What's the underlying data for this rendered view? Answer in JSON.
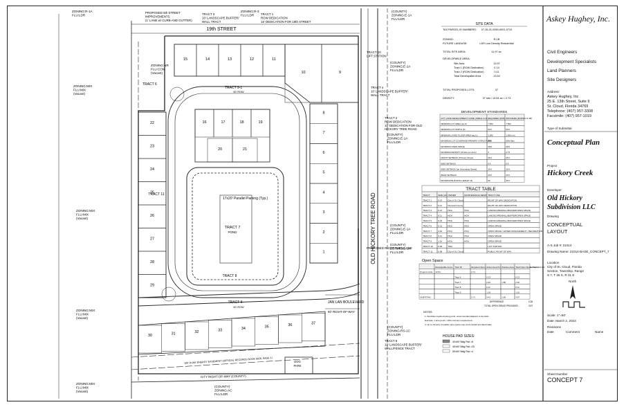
{
  "firm": {
    "name": "Askey Hughey, Inc.",
    "services": [
      "Civil Engineers",
      "Development Specialists",
      "Land Planners",
      "Site Designers"
    ],
    "address_label": "Address:",
    "address": [
      "Askey Hughey, Inc",
      "25 E. 13th Street, Suite 9",
      "St. Cloud, Florida 34769"
    ],
    "telephone": "Telephone: (407) 957-3308",
    "facsimile": "Facsimile: (407) 957-1019",
    "submittal_label": "Type of Submittal",
    "submittal": "Conceptual Plan",
    "project_label": "Project",
    "project": "Hickory Creek",
    "developer_label": "Developer",
    "developer": "Old Hickory Subdivision LLC",
    "drawing_label": "Drawing",
    "drawing": "CONCEPTUAL LAYOUT",
    "job": "A-S Job #:    21014",
    "drawing_name": "Drawing Name:    21014-BASE_CONCEPT_7",
    "location_label": "Location",
    "location": [
      "City of St. Cloud, Florida",
      "Section, Township, Range",
      "S 7, T 26 S, R 31 E"
    ],
    "north": "North",
    "scale": "Scale: 1\"=50'",
    "date": "Date: March 2, 2023",
    "revisions_label": "Revisions",
    "rev_headers": [
      "Date",
      "Comment",
      "Name"
    ],
    "sheet_label": "Sheet Number",
    "sheet": "CONCEPT 7"
  },
  "site_data": {
    "title": "SITE DATA",
    "rows": [
      [
        "TAX PARCEL ID NUMBERS:",
        "07-26-31-0050-0001-0710"
      ],
      [
        "ZONING:",
        "R-1B"
      ],
      [
        "FUTURE LANDUSE:",
        "LDR Low Density Residential"
      ],
      [
        "TOTAL SITE AREA:",
        "11.97    ac."
      ],
      [
        "DEVELOPABLE AREA:",
        ""
      ],
      [
        "Site Area",
        "13.97"
      ],
      [
        "Tract 1 (ROW Dedication)",
        "0.14"
      ],
      [
        "Tract 2 (ROW Dedication)",
        "0.11"
      ],
      [
        "Total Developable Area",
        "13.54"
      ],
      [
        "TOTAL PROPOSED LOTS:",
        "37"
      ],
      [
        "DENSITY:",
        "37 lots / 13.54 ac = 2.73"
      ]
    ]
  },
  "dev_standards": {
    "title": "DEVELOPMENT STANDARDS",
    "headers": [
      "CITY LAND DEVELOPMENT CODE (TABLE 2 LDC)",
      "REQUIRED (ZONING R-1B)",
      "PROVIDED (ZONING R-1B)"
    ],
    "rows": [
      [
        "MINIMUM LOT AREA (sq.ft.)",
        "7,500",
        "7,500"
      ],
      [
        "MINIMUM LOT WIDTH (ft)",
        "60 ft",
        "60 ft"
      ],
      [
        "MINIMUM LIVING FLOOR AREA (sq.ft.)",
        "1,000",
        "1,000 min."
      ],
      [
        "MAXIMUM LOT COVERAGE PRIMARY STRUCTURE",
        "50%",
        "50% Max"
      ],
      [
        "MAXIMUM OPEN SPACE",
        "20%",
        "22%"
      ],
      [
        "MAXIMUM DENSITY (DU/ac per Acre)",
        "4",
        "2.73"
      ],
      [
        "FRONT SETBACK (Primary Street)",
        "25 ft",
        "25 ft"
      ],
      [
        "SIDE SETBACK",
        "5 ft",
        "5 ft"
      ],
      [
        "SIDE SETBACK (on Secondary Street)",
        "15 ft",
        "15 ft"
      ],
      [
        "REAR SETBACK",
        "20 ft",
        "20 ft"
      ],
      [
        "MAXIMUM BUILDING HEIGHT (ft)",
        "35",
        "35 ft"
      ]
    ]
  },
  "tract_table": {
    "title": "TRACT TABLE",
    "headers": [
      "TRACT",
      "SIZE (AC.)",
      "OWNER",
      "MAINTENANCE RESPONSIBILITY",
      "TRACT USE"
    ],
    "rows": [
      [
        "TRACT 1",
        "0.14",
        "City of St. Cloud",
        "",
        "RIGHT OF WAY DEDICATION"
      ],
      [
        "TRACT 2",
        "0.11",
        "Osceola County",
        "",
        "RIGHT OF WAY DEDICATION"
      ],
      [
        "TRACT 3",
        "0.13",
        "HOA",
        "HOA",
        "LANDSCAPE/WALL/BUFFER/OPEN SPACE"
      ],
      [
        "TRACT 4",
        "0.11",
        "HOA",
        "HOA",
        "LANDSCAPE/WALL/BUFFER/OPEN SPACE"
      ],
      [
        "TRACT 5",
        "0.02",
        "HOA",
        "HOA",
        "LANDSCAPE/WALL/BUFFER/OPEN SPACE"
      ],
      [
        "TRACT 6",
        "0.13",
        "HOA",
        "HOA",
        "OPEN SPACE"
      ],
      [
        "TRACT 7",
        "2.40",
        "HOA",
        "HOA",
        "OPEN SPACE / WATER MANAGEMENT / RECREATION"
      ],
      [
        "TRACT 8",
        "0.11",
        "HOA",
        "HOA",
        "OPEN SPACE"
      ],
      [
        "TRACT 9",
        "1.16",
        "HOA",
        "HOA",
        "OPEN SPACE"
      ],
      [
        "TRACT 10",
        "0.06",
        "TWA",
        "",
        "LIFT STATION"
      ],
      [
        "TRACT 11",
        "0.98",
        "City of St. Cloud",
        "",
        "PUBLIC RIGHT OF WAY"
      ]
    ]
  },
  "open_space": {
    "title": "Open Space",
    "headers": [
      "",
      "Developable Acres",
      "Tract ID",
      "Required Open Space",
      "Active Area Provided (ac)",
      "Passive Area (20% Max) Provided (ac)",
      "Total Open Space Provided (ac)"
    ],
    "rows": [
      [
        "Project Limits",
        "13.54",
        "",
        "2.71",
        "",
        "",
        ""
      ],
      [
        "",
        "",
        "Tract 6",
        "",
        "0.13",
        "",
        "0.13"
      ],
      [
        "",
        "",
        "Tract 7",
        "",
        "2.40",
        "1.56",
        "2.40"
      ],
      [
        "",
        "",
        "Tract 8",
        "",
        "0.11",
        "",
        "0.11"
      ],
      [
        "",
        "",
        "Tract 9",
        "",
        "1.16",
        "",
        "1.16"
      ],
      [
        "SUBTOTAL",
        "",
        "",
        "2.71",
        "3.41",
        "1.56",
        "3.57"
      ]
    ],
    "difference": [
      "DIFFERENCE",
      "0.26"
    ],
    "total": [
      "TOTAL OPEN SPACE PROVIDED",
      "3.57"
    ],
    "notes_label": "NOTES:",
    "notes": [
      "1. Densities required (using pond, recommended adjacent to lot tracts.",
      "   Example: 1 acre pond + 20% minimum requirement...",
      "2. Up to 1/2 acre of usable open space may count toward provided totals."
    ]
  },
  "house_pad": {
    "title": "HOUSE PAD SIZES:",
    "items": [
      "40'x60' Bldg Pad    =8",
      "45'x60' Bldg Pad    =25",
      "55'x60' Bldg Pad    =4"
    ]
  },
  "plan": {
    "roads": {
      "old_hickory": "OLD HICKORY TREE ROAD",
      "street_19th": "19th STREET",
      "right_turn": "PROPOSED RIGHT TURN LANE",
      "jan_lan": "JAN LAN BOULEVARD",
      "row_50": "50' RIGHT-OF-WAY",
      "cty_rd": "CITY RIGHT-OF-WAY (COUNTY)"
    },
    "zoning": [
      {
        "id": "z1",
        "lines": [
          "ZONING:R-1A",
          "FLU:LDR"
        ]
      },
      {
        "id": "z2",
        "lines": [
          "(COUNTY)",
          "ZONING:E-1A",
          "FLU:LDR"
        ]
      },
      {
        "id": "z3",
        "lines": [
          "ZONING:NR",
          "FLU:COM",
          "(Vacant)"
        ]
      },
      {
        "id": "z4",
        "lines": [
          "ZONING:MIX",
          "FLU:MIX",
          "(Vacant)"
        ]
      },
      {
        "id": "z5",
        "lines": [
          "(COUNTY)",
          "ZONING:E-1A",
          "FLU:LDR"
        ]
      },
      {
        "id": "z6",
        "lines": [
          "(COUNTY)",
          "ZONING:E-1A",
          "FLU:LDR"
        ]
      },
      {
        "id": "z7",
        "lines": [
          "(COUNTY)",
          "ZONING:E-1A",
          "FLU:LDR"
        ]
      },
      {
        "id": "z8",
        "lines": [
          "ZONING:MIX",
          "FLU:MIX",
          "(Vacant)"
        ]
      },
      {
        "id": "z9",
        "lines": [
          "(COUNTY)",
          "ZONING:E-1A",
          "FLU:LDR"
        ]
      },
      {
        "id": "z10",
        "lines": [
          "ZONING:MIX",
          "FLU:MIX",
          "(Vacant)"
        ]
      },
      {
        "id": "z11",
        "lines": [
          "(COUNTY)",
          "ZONING:RS-1C",
          "FLU:LDR"
        ]
      },
      {
        "id": "z12",
        "lines": [
          "ZONING:MIX",
          "FLU:MIX",
          "(Vacant)"
        ]
      },
      {
        "id": "z13",
        "lines": [
          "(COUNTY)",
          "ZONING:AC",
          "FLU:LDR"
        ]
      },
      {
        "id": "z14",
        "lines": [
          "ZONING:R-3",
          "FLU:LDR"
        ]
      }
    ],
    "tracts": [
      {
        "id": "t1",
        "lines": [
          "TRACT 1",
          "ROW DEDICATION",
          "15' DEDICATION FOR 19th STREET"
        ]
      },
      {
        "id": "t3",
        "lines": [
          "TRACT 3",
          "10' LANDSCAPE BUFFER/",
          "WALL TRACT"
        ]
      },
      {
        "id": "t10",
        "lines": [
          "TRACT 10",
          "LIFT STATION"
        ]
      },
      {
        "id": "t4",
        "lines": [
          "TRACT 4",
          "10' LANDSCAPE BUFFER/",
          "WALL TRACT"
        ]
      },
      {
        "id": "t2",
        "lines": [
          "TRACT 2",
          "ROW DEDICATION",
          "10' DEDICATION FOR OLD",
          "HICKORY TREE ROAD"
        ]
      },
      {
        "id": "t5",
        "lines": [
          "TRACT 5",
          "10' LANDSCAPE BUFFER/",
          "WALL/FENCE TRACT"
        ]
      },
      {
        "id": "wall",
        "lines": [
          "PROPOSED 5th STREET",
          "IMPROVEMENTS",
          "(1' LANE w/ CURB AND GUTTER)"
        ]
      }
    ],
    "tract_labels": {
      "t6": "TRACT 6",
      "t8": "TRACT 8",
      "t9": "TRACT 9",
      "t11": "TRACT 11",
      "t7": "TRACT 7",
      "pond": "POND",
      "t12": "TRACT 11",
      "parking": "17x20' Parallel Parking (Typ.)",
      "row50a": "50' ROW",
      "row50b": "50' ROW"
    },
    "dog_park": [
      "DOG",
      "PARK"
    ],
    "easement": "100' DUKE ENERGY EASEMENT (OFFICIAL RECORDS BOOK 5628, PAGE 1)",
    "lots": {
      "top": [
        15,
        14,
        13,
        12,
        11
      ],
      "inner_top": [
        16,
        17,
        18,
        19
      ],
      "inner_mid": [
        20,
        21
      ],
      "left": [
        22,
        23,
        24,
        25,
        26,
        27,
        28,
        29
      ],
      "right": [
        8,
        7,
        6,
        5,
        4,
        3,
        2,
        1
      ],
      "bottom": [
        30,
        31,
        32,
        33,
        34,
        35,
        36,
        37
      ],
      "right_top": [
        10,
        9
      ]
    }
  }
}
